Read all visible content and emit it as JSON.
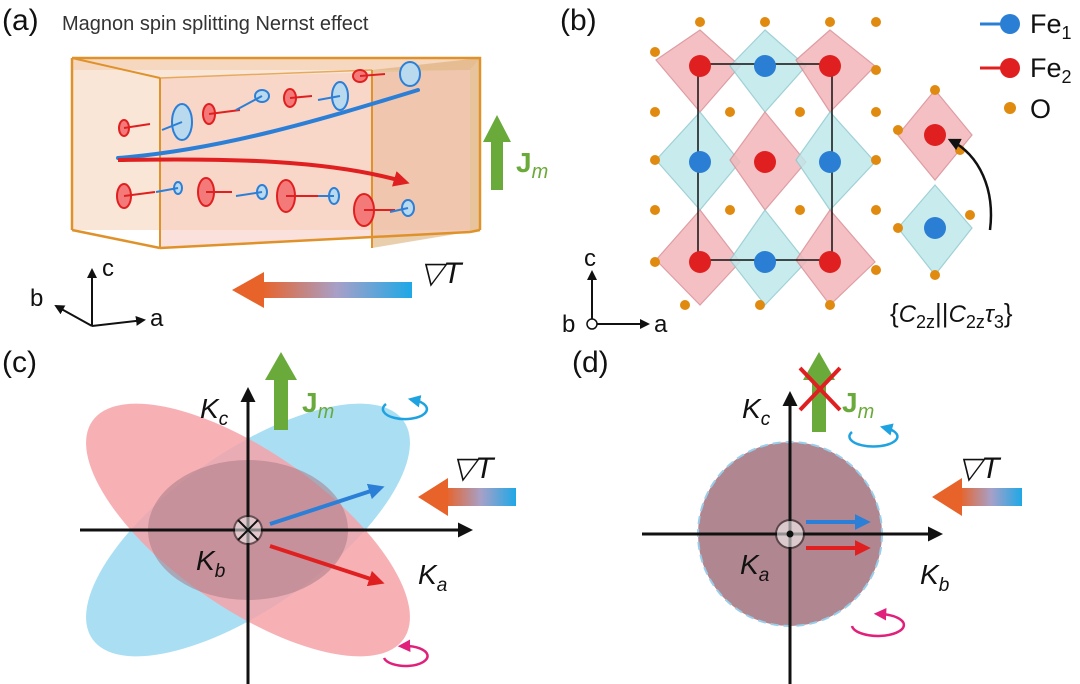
{
  "panels": {
    "a": {
      "label": "(a)",
      "title": "Magnon spin splitting Nernst effect",
      "axes": {
        "c": "c",
        "b": "b",
        "a": "a"
      },
      "current_main": "J",
      "current_sub": "m",
      "gradient_symbol": "▽T"
    },
    "b": {
      "label": "(b)",
      "axes": {
        "c": "c",
        "b": "b",
        "a": "a"
      },
      "legend": [
        {
          "main": "Fe",
          "sub": "1",
          "color": "#2a7fd4"
        },
        {
          "main": "Fe",
          "sub": "2",
          "color": "#e02020"
        },
        {
          "main": "O",
          "sub": "",
          "color": "#e08a10"
        }
      ],
      "symmetry": {
        "open": "{",
        "p1": "C",
        "s1": "2z",
        "sep": "||",
        "p2": "C",
        "s2": "2z",
        "p3": "τ",
        "s3": "3",
        "close": "}"
      }
    },
    "c": {
      "label": "(c)",
      "vertical_axis": {
        "main": "K",
        "sub": "c"
      },
      "horizontal_axis": {
        "main": "K",
        "sub": "a"
      },
      "origin_axis": {
        "main": "K",
        "sub": "b"
      },
      "current_main": "J",
      "current_sub": "m",
      "gradient_symbol": "▽T"
    },
    "d": {
      "label": "(d)",
      "vertical_axis": {
        "main": "K",
        "sub": "c"
      },
      "horizontal_axis": {
        "main": "K",
        "sub": "b"
      },
      "origin_axis": {
        "main": "K",
        "sub": "a"
      },
      "current_main": "J",
      "current_sub": "m",
      "gradient_symbol": "▽T"
    }
  },
  "colors": {
    "blue_magnon": "#2c7fd6",
    "red_magnon": "#e02020",
    "cyan_ellipse": "#9fdcf2",
    "pink_ellipse": "#f6a3a8",
    "overlap": "#a77b86",
    "current_arrow": "#6aaa3a",
    "box_edge": "#e0922a",
    "box_fill": "#f7d6b8"
  }
}
